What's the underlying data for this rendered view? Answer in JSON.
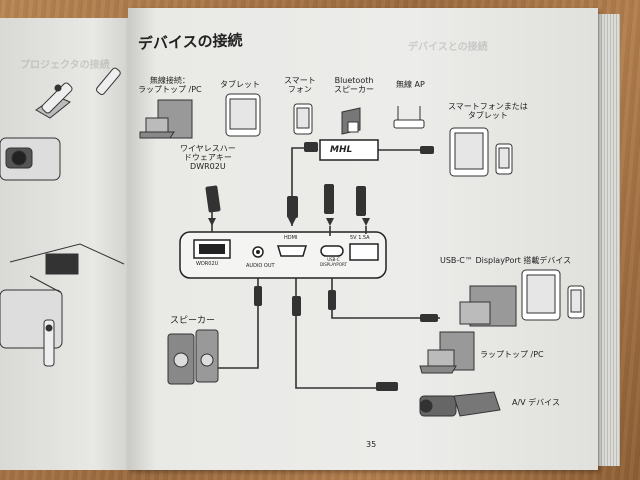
{
  "page": {
    "title": "デバイスの接続",
    "page_number": "35"
  },
  "devices_top": {
    "wireless_pc": "無線接続：\nラップトップ /PC",
    "tablet": "タブレット",
    "smartphone": "スマート\nフォン",
    "bt_speaker": "Bluetooth\nスピーカー",
    "wireless_ap": "無線 AP",
    "phone_or_tablet": "スマートフォンまたは\nタブレット",
    "dongle": "ワイヤレスハー\nドウェアキー\nDWR02U"
  },
  "mhl_label": "MHL",
  "ports": {
    "wdr02u": "WDR02U",
    "audio_out": "AUDIO OUT",
    "hdmi": "HDMI",
    "usbc": "USB-C\nDISPLAYPORT",
    "power": "5V 1.5A"
  },
  "devices_bottom": {
    "speaker": "スピーカー",
    "usbc_devices": "USB-C™ DisplayPort 搭載デバイス",
    "laptop_pc": "ラップトップ /PC",
    "av_device": "A/V デバイス"
  },
  "colors": {
    "page": "#ececea",
    "ink": "#222222",
    "cable": "#333333"
  }
}
